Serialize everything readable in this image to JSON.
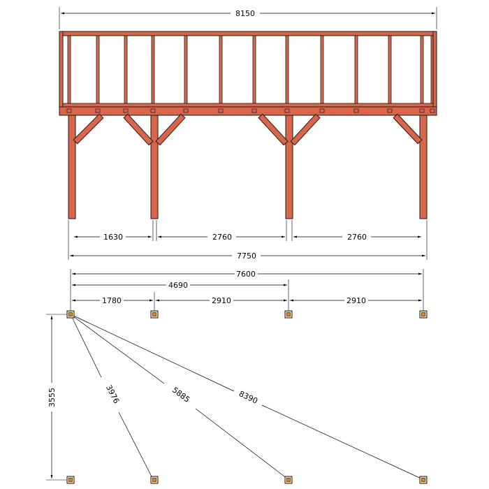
{
  "elevation": {
    "overall_width": "8150",
    "post_spacings": [
      "1630",
      "2760",
      "2760"
    ],
    "post_total": "7750"
  },
  "foundation_plan": {
    "overall_width": "7600",
    "partial_width": "4690",
    "spacings": [
      "1780",
      "2910",
      "2910"
    ],
    "depth": "3555",
    "diagonals": [
      "3976",
      "5885",
      "8390"
    ]
  },
  "colors": {
    "timber": "#d9664a",
    "footing_outer": "#f3d9a6",
    "footing_inner": "#c98a3a",
    "line": "#000000"
  }
}
